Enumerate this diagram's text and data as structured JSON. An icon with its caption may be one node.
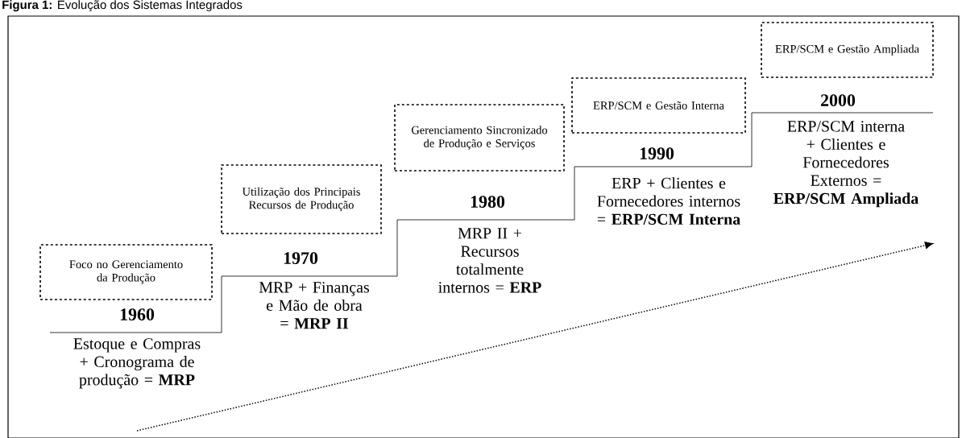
{
  "diagram": {
    "title": "**Figura 1:** Evolução dos Sistemas Integrados",
    "nodes": [
      {
        "text": [
          "Foco no Gerenciamento da Produção"
        ]
      },
      {
        "text": [
          "Utilização dos Principais Recursos de Produção"
        ]
      },
      {
        "text": [
          "Gerenciamento Sincronizado de Produção e Serviços"
        ]
      },
      {
        "text": [
          "ERP/SCM e Gestão Interna"
        ]
      },
      {
        "text": [
          "ERP/SCM e Gestão Ampliada"
        ]
      }
    ],
    "edges": [],
    "labels": [
      "1960",
      "Estoque e Compras + Cronograma de produção = **MRP**",
      "1970",
      "MRP + Finanças e Mão de obra = **MRP II**",
      "1980",
      "MRP II + Recursos totalmente internos = **ERP**",
      "1990",
      "ERP + Clientes e Fornecedores internos = **ERP/SCM Interna**",
      "2000",
      "ERP/SCM interna + Clientes e Fornecedores Externos = **ERP/SCM Ampliada**"
    ]
  }
}
